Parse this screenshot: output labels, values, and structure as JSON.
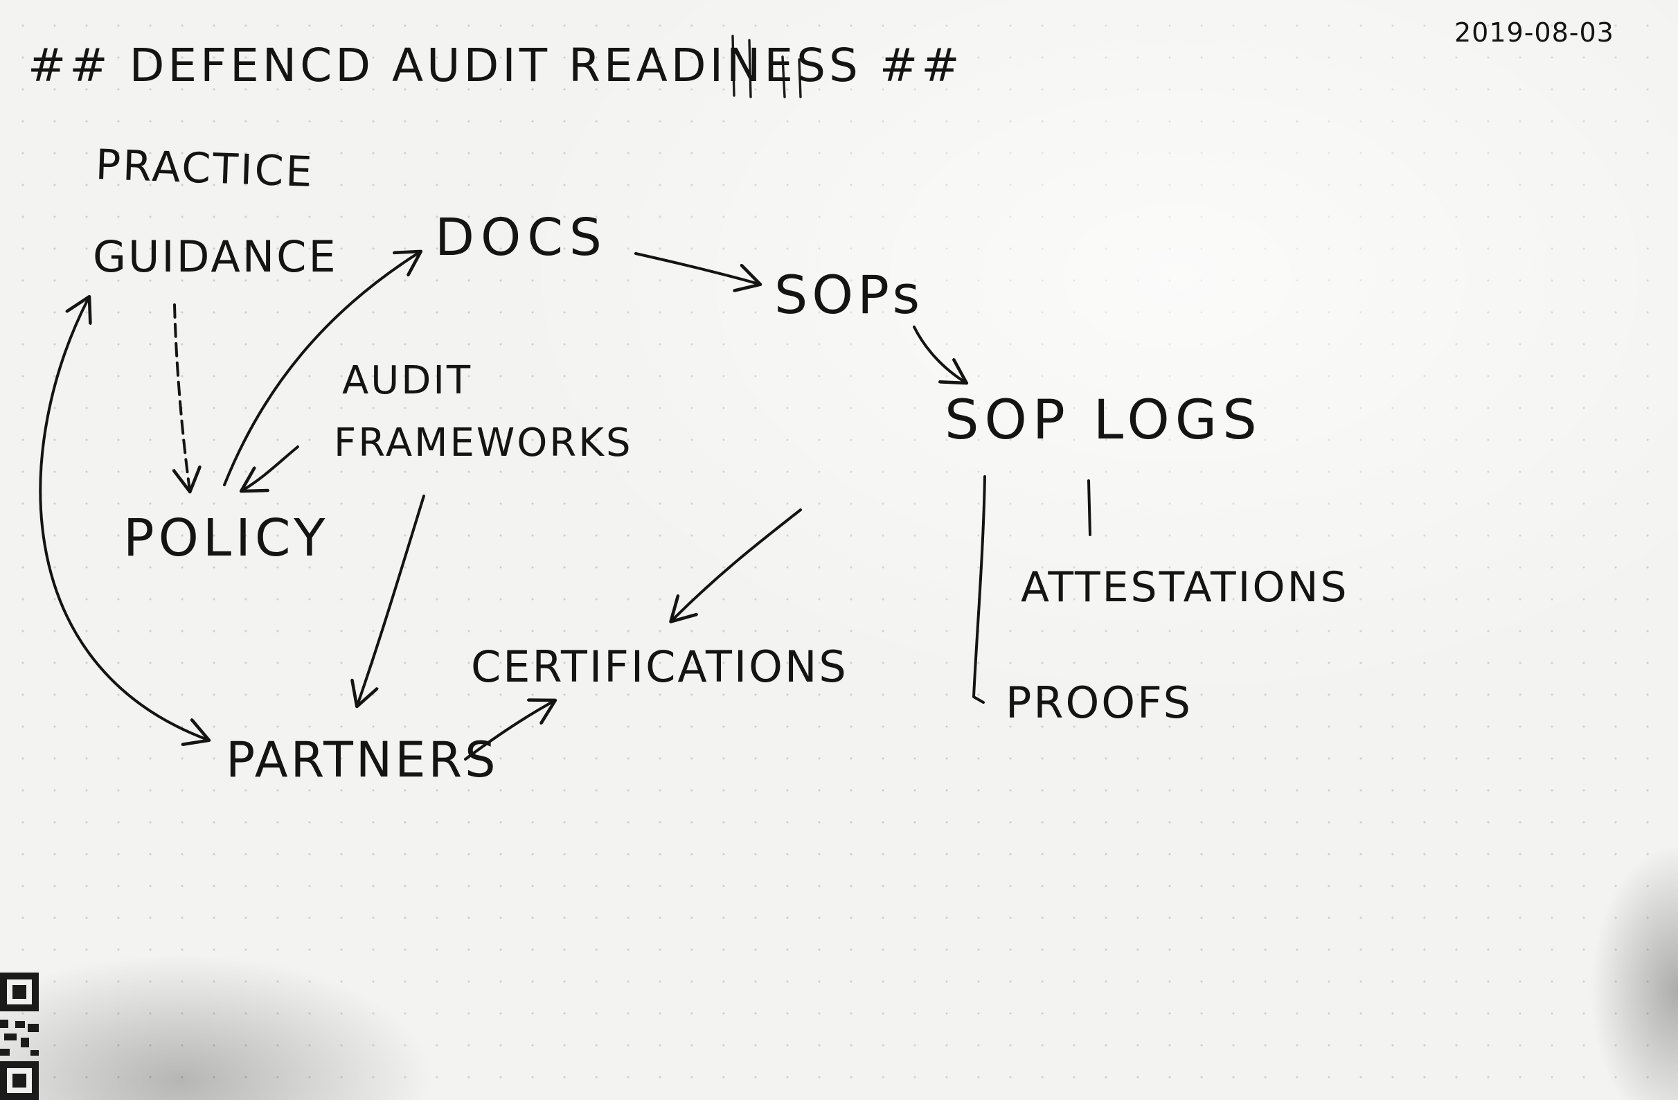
{
  "title": "## DefenCD Audit Readiness ##",
  "date": "2019-08-03",
  "nodes": {
    "practice": "Practice",
    "guidance": "Guidance",
    "docs": "Docs",
    "sops": "SOPs",
    "audit": "Audit",
    "frameworks": "Frameworks",
    "sop_logs": "SOP Logs",
    "policy": "Policy",
    "attestations": "Attestations",
    "certifications": "Certifications",
    "proofs": "Proofs",
    "partners": "Partners"
  },
  "edges": [
    {
      "from": "Practice Guidance",
      "to": "Policy"
    },
    {
      "from": "Policy",
      "to": "Docs"
    },
    {
      "from": "Audit Frameworks",
      "to": "Policy"
    },
    {
      "from": "Audit Frameworks",
      "to": "Partners"
    },
    {
      "from": "Practice Guidance",
      "to": "Partners",
      "bidirectional": true
    },
    {
      "from": "Partners",
      "to": "Certifications"
    },
    {
      "from": "SOP Logs",
      "to": "Certifications"
    },
    {
      "from": "Docs",
      "to": "SOPs"
    },
    {
      "from": "SOPs",
      "to": "SOP Logs"
    },
    {
      "from": "SOP Logs",
      "to": "Attestations"
    },
    {
      "from": "SOP Logs",
      "to": "Proofs"
    }
  ],
  "colors": {
    "paper": "#f3f3f1",
    "ink": "#141414"
  }
}
